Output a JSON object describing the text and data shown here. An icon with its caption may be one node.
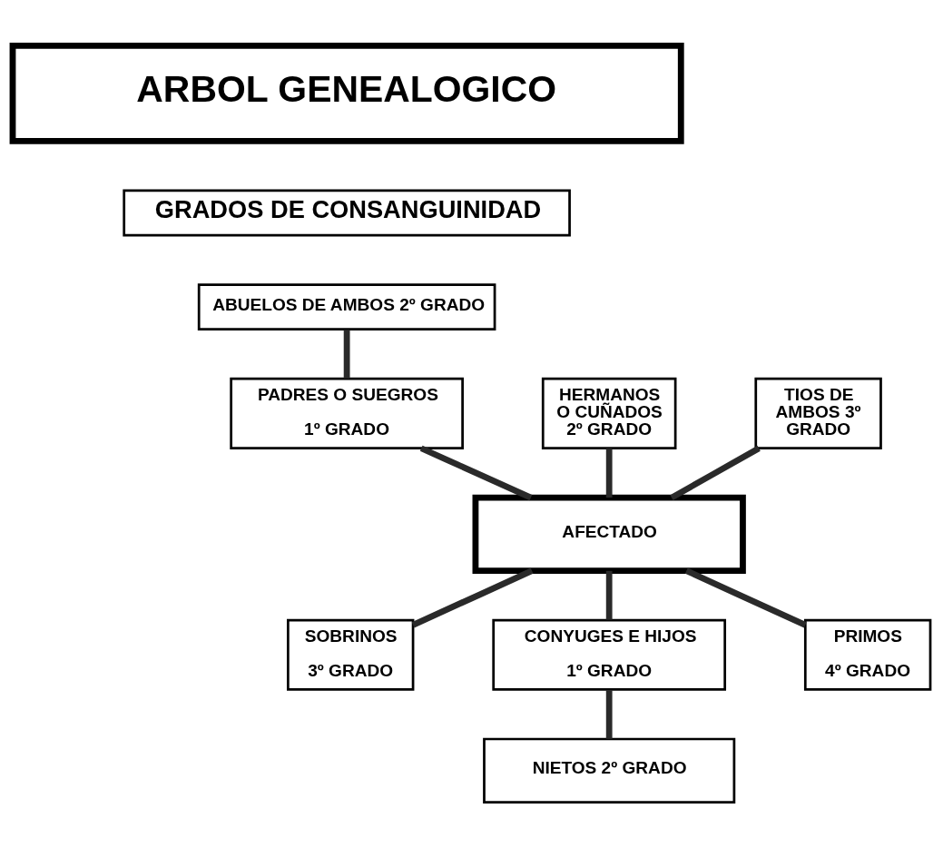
{
  "diagram": {
    "nodes": [
      {
        "text": [
          "ARBOL GENEALOGICO"
        ]
      },
      {
        "text": [
          "GRADOS DE CONSANGUINIDAD"
        ]
      },
      {
        "text": [
          "ABUELOS DE AMBOS 2º GRADO"
        ]
      },
      {
        "text": [
          "HERMANOS O CUÑADOS 2º GRADO"
        ]
      },
      {
        "text": [
          "PADRES O SUEGROS",
          "1º GRADO"
        ]
      },
      {
        "text": [
          "TIOS DE AMBOS 3º GRADO"
        ]
      },
      {
        "text": [
          "AFECTADO"
        ]
      },
      {
        "text": [
          "SOBRINOS",
          "3º GRADO"
        ]
      },
      {
        "text": [
          "CONYUGES E HIJOS",
          "1º GRADO"
        ]
      },
      {
        "text": [
          "PRIMOS",
          "4º GRADO"
        ]
      },
      {
        "text": [
          "NIETOS 2º GRADO"
        ]
      }
    ],
    "edges": [
      {
        "from": 2,
        "to": 4,
        "arrow": "none"
      },
      {
        "from": 4,
        "to": 6,
        "arrow": "none"
      },
      {
        "from": 3,
        "to": 6,
        "arrow": "none"
      },
      {
        "from": 5,
        "to": 6,
        "arrow": "none"
      },
      {
        "from": 6,
        "to": 7,
        "arrow": "none"
      },
      {
        "from": 6,
        "to": 8,
        "arrow": "none"
      },
      {
        "from": 6,
        "to": 9,
        "arrow": "none"
      },
      {
        "from": 8,
        "to": 10,
        "arrow": "none"
      }
    ]
  }
}
